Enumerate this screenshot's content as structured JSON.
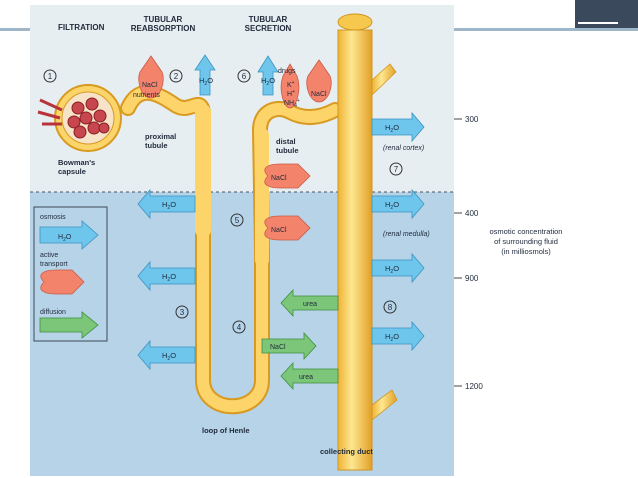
{
  "headers": {
    "filtration": "FILTRATION",
    "reabsorption_1": "TUBULAR",
    "reabsorption_2": "REABSORPTION",
    "secretion_1": "TUBULAR",
    "secretion_2": "SECRETION"
  },
  "steps": [
    "1",
    "2",
    "3",
    "4",
    "5",
    "6",
    "7",
    "8"
  ],
  "structures": {
    "bowmans_1": "Bowman's",
    "bowmans_2": "capsule",
    "proximal_1": "proximal",
    "proximal_2": "tubule",
    "distal_1": "distal",
    "distal_2": "tubule",
    "loop": "loop of Henle",
    "duct": "collecting duct"
  },
  "substances": {
    "nacl": "NaCl",
    "nutrients": "nutrients",
    "h2o_base": "H",
    "h2o_sub": "2",
    "h2o_end": "O",
    "drugs": "drugs",
    "k": "K",
    "h": "H",
    "nh4": "NH",
    "nh4_sub": "4",
    "plus": "+",
    "urea": "urea"
  },
  "regions": {
    "cortex": "(renal cortex)",
    "medulla": "(renal medulla)"
  },
  "scale": {
    "ticks": [
      "300",
      "400",
      "900",
      "1200"
    ],
    "title_1": "osmotic concentration",
    "title_2": "of surrounding fluid",
    "title_3": "(in milliosmols)"
  },
  "legend": {
    "osmosis": "osmosis",
    "active_1": "active",
    "active_2": "transport",
    "diffusion": "diffusion"
  },
  "colors": {
    "cortex_bg": "#e7eef2",
    "medulla_bg": "#b6d3e8",
    "tubule": "#f8c548",
    "tubule_edge": "#d89a20",
    "osmosis_arrow": "#6fc6ec",
    "active_transport": "#f4836c",
    "diffusion_arrow": "#7cc67a",
    "capillary": "#b8323a"
  }
}
